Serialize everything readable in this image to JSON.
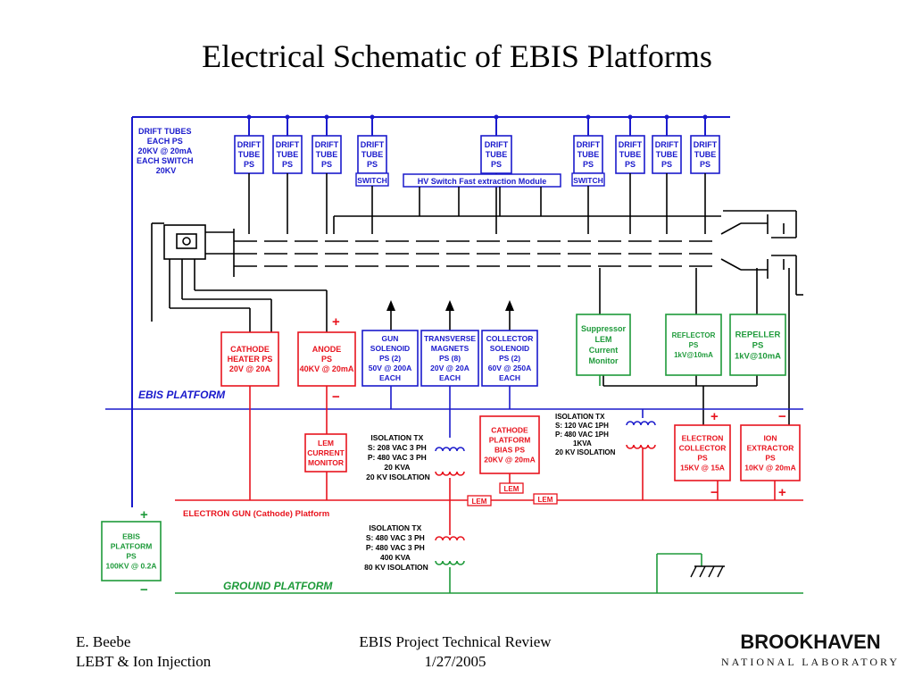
{
  "title": "Electrical Schematic of EBIS Platforms",
  "drift_tubes_note": [
    "DRIFT TUBES",
    "EACH PS",
    "20KV @ 20mA",
    "EACH SWITCH",
    "20KV"
  ],
  "drift_tube_label": [
    "DRIFT",
    "TUBE",
    "PS"
  ],
  "switch_label": "SWITCH",
  "hv_switch_module": "HV Switch Fast extraction Module",
  "platforms": {
    "ebis": "EBIS PLATFORM",
    "electron_gun": "ELECTRON GUN (Cathode) Platform",
    "ground": "GROUND PLATFORM"
  },
  "supplies": {
    "cathode_heater": [
      "CATHODE",
      "HEATER PS",
      "20V @ 20A"
    ],
    "anode": [
      "ANODE",
      "PS",
      "40KV @ 20mA"
    ],
    "gun_solenoid": [
      "GUN",
      "SOLENOID",
      "PS   (2)",
      "50V @ 200A",
      "EACH"
    ],
    "transverse_magnets": [
      "TRANSVERSE",
      "MAGNETS",
      "PS   (8)",
      "20V @ 20A",
      "EACH"
    ],
    "collector_solenoid": [
      "COLLECTOR",
      "SOLENOID",
      "PS   (2)",
      "60V @ 250A",
      "EACH"
    ],
    "suppressor": [
      "Suppressor",
      "LEM",
      "Current",
      "Monitor"
    ],
    "reflector": [
      "REFLECTOR",
      "PS",
      "1kV@10mA"
    ],
    "repeller": [
      "REPELLER",
      "PS",
      "1kV@10mA"
    ],
    "lem_monitor": [
      "LEM",
      "CURRENT",
      "MONITOR"
    ],
    "cathode_platform_bias": [
      "CATHODE",
      "PLATFORM",
      "BIAS PS",
      "20KV @ 20mA"
    ],
    "electron_collector": [
      "ELECTRON",
      "COLLECTOR",
      "PS",
      "15KV @ 15A"
    ],
    "ion_extractor": [
      "ION",
      "EXTRACTOR",
      "PS",
      "10KV @ 20mA"
    ],
    "ebis_platform_ps": [
      "EBIS",
      "PLATFORM",
      "PS",
      "100KV @ 0.2A"
    ]
  },
  "lem_label": "LEM",
  "isolation_tx": {
    "tx1": [
      "ISOLATION TX",
      "S: 208 VAC 3 PH",
      "P: 480 VAC 3 PH",
      "20 KVA",
      "20 KV ISOLATION"
    ],
    "tx2": [
      "ISOLATION TX",
      "S: 480 VAC 3 PH",
      "P: 480 VAC 3 PH",
      "400 KVA",
      "80 KV ISOLATION"
    ],
    "tx3": [
      "ISOLATION TX",
      "S: 120 VAC 1PH",
      "P: 480 VAC 1PH",
      "1KVA",
      "20 KV ISOLATION"
    ]
  },
  "signs": {
    "plus": "+",
    "minus": "−"
  },
  "footer": {
    "author": "E. Beebe",
    "topic": "LEBT & Ion Injection",
    "event": "EBIS Project Technical Review",
    "date": "1/27/2005"
  },
  "logo": {
    "main": "BROOKHAVEN",
    "sub": "NATIONAL LABORATORY"
  },
  "colors": {
    "blue": "#1a1acc",
    "red": "#e8141e",
    "green": "#1e9a3a",
    "black": "#000000"
  }
}
